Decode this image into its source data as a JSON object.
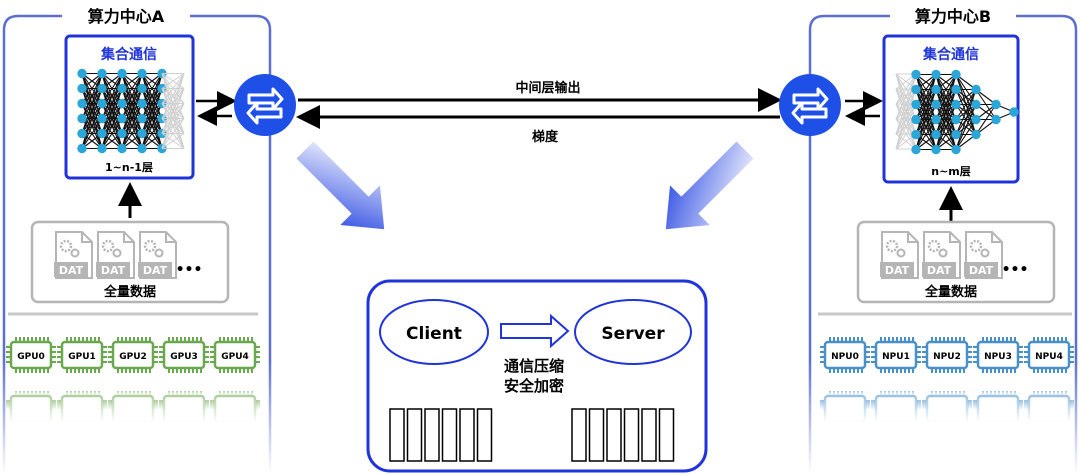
{
  "colors": {
    "panel_border": "#5b6fd0",
    "network_border": "#1f34d9",
    "network_title": "#1f34d9",
    "router": "#1e50e8",
    "gpu": "#6aa84f",
    "npu": "#4a90c8",
    "dat_gray": "#b5b5b5",
    "arrow_black": "#000000"
  },
  "center_a": {
    "title": "算力中心A",
    "network": {
      "title": "集合通信",
      "layer_label": "1~n-1层"
    },
    "data": {
      "title": "全量数据",
      "file_label": "DAT",
      "more": "•••"
    },
    "chips": [
      "GPU0",
      "GPU1",
      "GPU2",
      "GPU3",
      "GPU4"
    ]
  },
  "center_b": {
    "title": "算力中心B",
    "network": {
      "title": "集合通信",
      "layer_label": "n~m层"
    },
    "data": {
      "title": "全量数据",
      "file_label": "DAT",
      "more": "•••"
    },
    "chips": [
      "NPU0",
      "NPU1",
      "NPU2",
      "NPU3",
      "NPU4"
    ]
  },
  "links": {
    "forward_label": "中间层输出",
    "backward_label": "梯度"
  },
  "secure_box": {
    "client": "Client",
    "server": "Server",
    "line1": "通信压缩",
    "line2": "安全加密"
  },
  "icons": {
    "router": "router-swap-icon",
    "file": "dat-file-icon",
    "chip": "chip-icon",
    "big_arrow": "gradient-arrow-icon"
  }
}
